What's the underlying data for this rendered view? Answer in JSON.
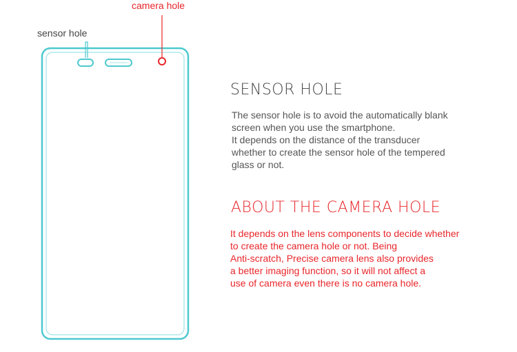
{
  "callouts": {
    "camera_hole": "camera hole",
    "sensor_hole": "sensor hole"
  },
  "sensor_section": {
    "heading": "SENSOR HOLE",
    "lines": [
      "The sensor hole is to avoid the automatically blank",
      "screen when you use the smartphone.",
      "It depends on the distance of the transducer",
      "whether to create the sensor hole of the tempered",
      "glass or not."
    ]
  },
  "camera_section": {
    "heading": "ABOUT THE CAMERA HOLE",
    "lines": [
      "It depends on the lens components to decide whether",
      "to create the camera hole or not. Being",
      "Anti-scratch, Precise camera lens also provides",
      "a better imaging function, so it will not affect a",
      "use of camera even there is no camera hole."
    ]
  },
  "colors": {
    "outline": "#4cc9cf",
    "accent": "#e8262a",
    "text": "#555555"
  }
}
